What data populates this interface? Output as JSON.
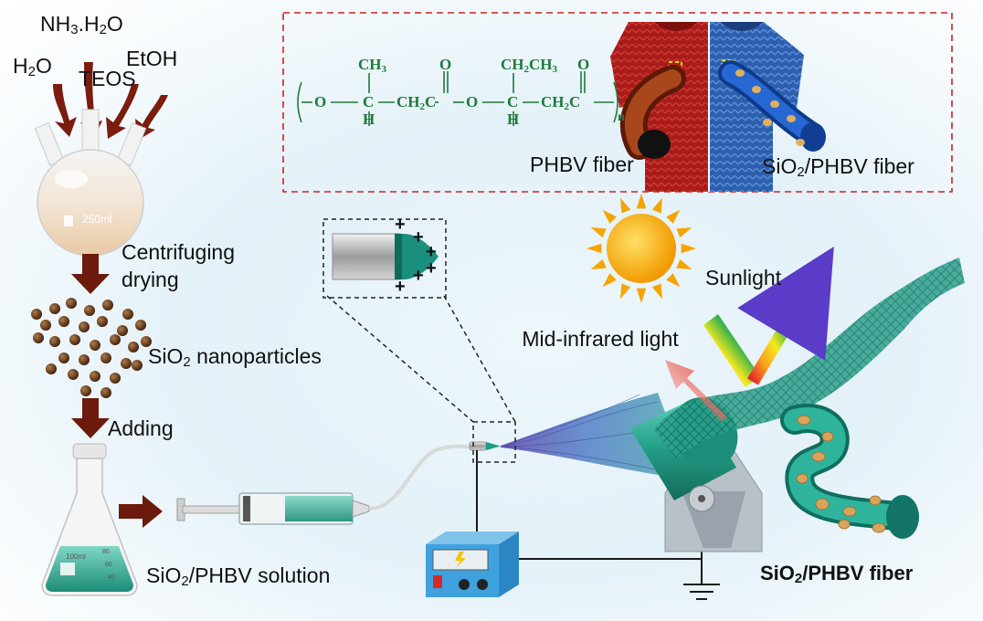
{
  "reagents": {
    "ammonia": "NH3.H2O",
    "water": "H2O",
    "teos": "TEOS",
    "ethanol": "EtOH"
  },
  "flask_label": "250ml",
  "steps": {
    "centrifuge": "Centrifuging drying",
    "nanoparticles": "SiO2 nanoparticles",
    "adding": "Adding",
    "solution": "SiO2/PHBV solution"
  },
  "erlenmeyer_marks": [
    "100ml",
    "80",
    "60",
    "40"
  ],
  "beaker_label": "100ml",
  "inset": {
    "plain_fiber": "PHBV fiber",
    "coated_fiber": "SiO2/PHBV fiber",
    "structure": {
      "backbone": "O—C—CH2C—O—C—CH2C",
      "methyl": "CH3",
      "ethyl": "CH2CH3",
      "carbonyl": "O",
      "hydrogen": "H",
      "repeat": "n"
    }
  },
  "electrospinning": {
    "charges": "+ + + + +",
    "mid_infrared": "Mid-infrared light",
    "sunlight": "Sunlight",
    "product": "SiO2/PHBV fiber"
  },
  "colors": {
    "arrow": "#6b1a0c",
    "teal": "#2fa48e",
    "dashed_box": "#d11f1f",
    "red_fabric": "#b7221e",
    "blue_fabric": "#2f66b3",
    "chem_green": "#1f7a3a",
    "sun": "#f5a400"
  },
  "icons": [
    "three-neck-flask",
    "sun-icon",
    "syringe",
    "needle-tip",
    "power-supply",
    "collector-drum",
    "ground-symbol",
    "t-shirt",
    "fiber-strand"
  ]
}
